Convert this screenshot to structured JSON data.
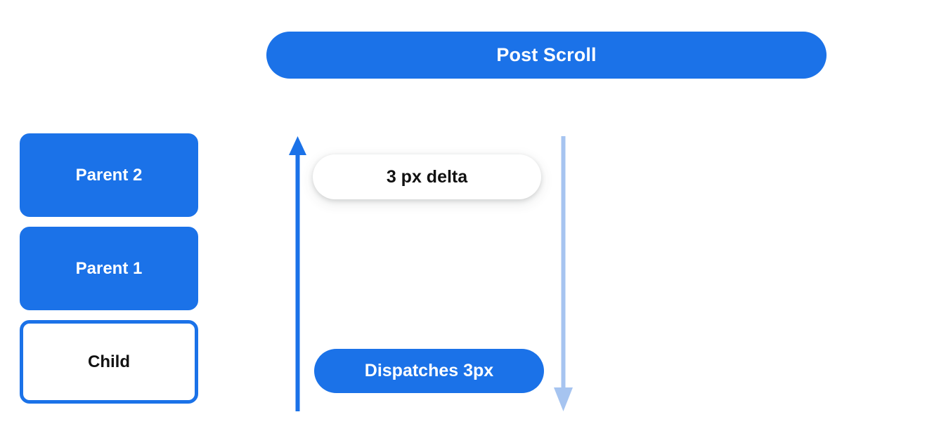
{
  "diagram": {
    "header": {
      "title": "Post Scroll"
    },
    "stack": {
      "boxes": [
        {
          "label": "Parent 2",
          "style": "filled"
        },
        {
          "label": "Parent 1",
          "style": "filled"
        },
        {
          "label": "Child",
          "style": "outlined"
        }
      ]
    },
    "arrows": [
      {
        "name": "scroll-up-arrow",
        "direction": "up",
        "color": "#1b72e8"
      },
      {
        "name": "scroll-down-arrow",
        "direction": "down",
        "color": "#a6c4f0"
      }
    ],
    "annotations": {
      "delta": "3 px delta",
      "dispatch": "Dispatches 3px"
    },
    "colors": {
      "accent_blue": "#1b72e8",
      "light_blue": "#a6c4f0",
      "background": "#ffffff",
      "text_dark": "#111111",
      "text_light": "#ffffff"
    }
  }
}
